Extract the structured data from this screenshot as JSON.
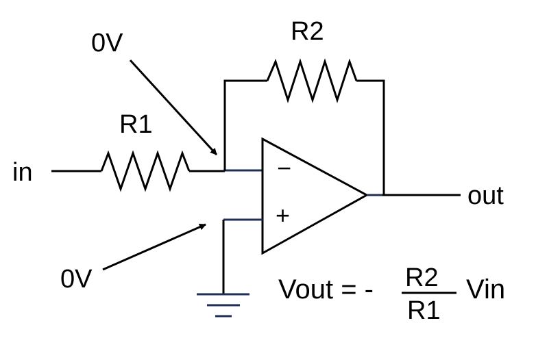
{
  "labels": {
    "input": "in",
    "output": "out",
    "r1": "R1",
    "r2": "R2",
    "node_inverting": "0V",
    "node_noninverting": "0V",
    "minus": "−",
    "plus": "+"
  },
  "formula": {
    "lhs": "Vout = -",
    "numerator": "R2",
    "denominator": "R1",
    "rhs": "Vin"
  },
  "colors": {
    "line": "#000000",
    "opamp_lead": "#1f2f55",
    "ground": "#1f2f55",
    "background": "#ffffff"
  }
}
